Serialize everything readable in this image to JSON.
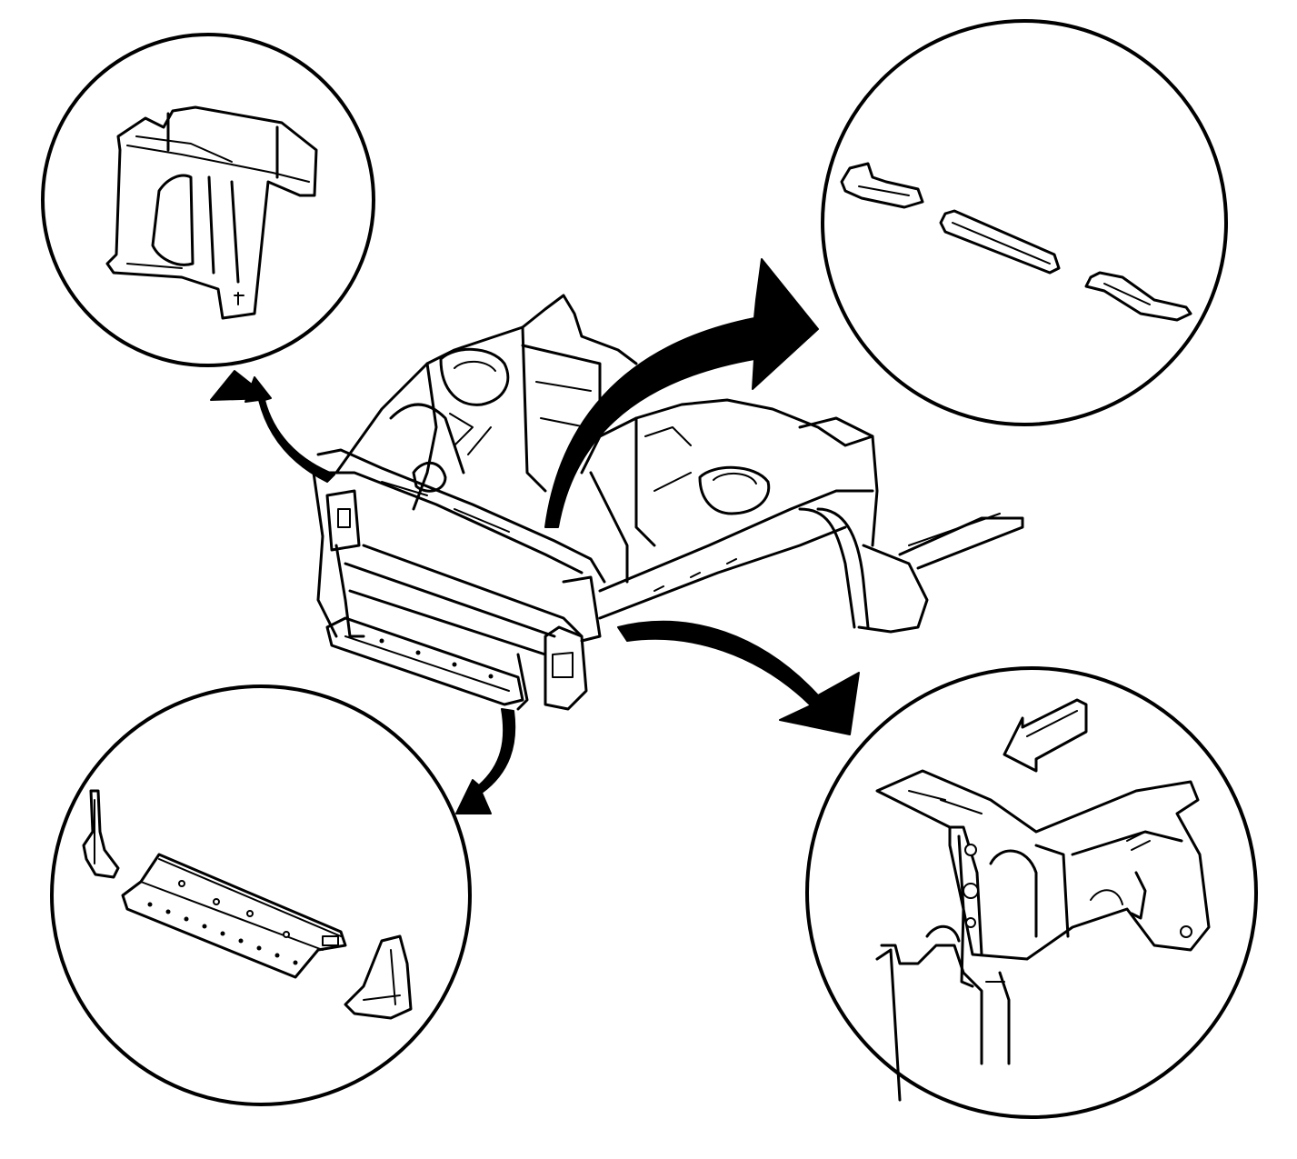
{
  "diagram": {
    "callouts": [
      {
        "id": "top-left",
        "subject": "left-upper-radiator-support-bracket"
      },
      {
        "id": "top-right",
        "subject": "upper-tie-bar-sections"
      },
      {
        "id": "bottom-left",
        "subject": "lower-tie-bar-and-brackets"
      },
      {
        "id": "bottom-right",
        "subject": "radiator-support-corner-detail"
      }
    ],
    "colors": {
      "ink": "#000000",
      "background": "#ffffff"
    }
  }
}
